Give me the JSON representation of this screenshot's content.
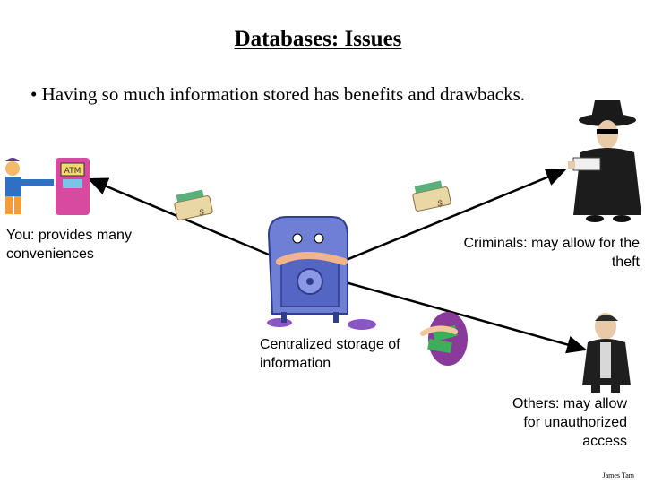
{
  "slide": {
    "title": "Databases: Issues",
    "bullet": "• Having so much information stored has benefits and drawbacks.",
    "labels": {
      "you": "You: provides many conveniences",
      "criminals": "Criminals: may allow for the theft",
      "central": "Centralized storage of information",
      "others": "Others: may allow for unauthorized access"
    },
    "atm_sign": "ATM",
    "credit": "James Tam"
  },
  "icons": [
    "atm-user-icon",
    "wallet-icon",
    "vault-safe-icon",
    "spy-criminal-icon",
    "hand-money-icon",
    "man-figure-icon"
  ]
}
